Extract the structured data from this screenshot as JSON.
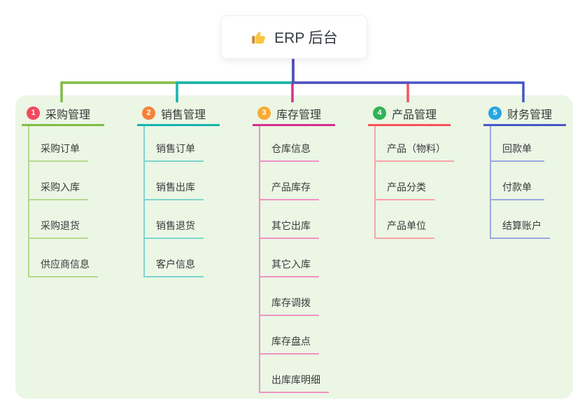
{
  "root": {
    "label": "ERP 后台",
    "icon": "thumbs-up",
    "stem_color": "#4757c6"
  },
  "panel": {
    "bg": "#ebf6e5"
  },
  "branches": [
    {
      "num": "1",
      "label": "采购管理",
      "badge_color": "#f5485e",
      "line_color": "#7fbc45",
      "child_line_color": "#b5da8c",
      "children": [
        "采购订单",
        "采购入库",
        "采购退货",
        "供应商信息"
      ]
    },
    {
      "num": "2",
      "label": "销售管理",
      "badge_color": "#f5823a",
      "line_color": "#16b4ac",
      "child_line_color": "#7fd3cd",
      "children": [
        "销售订单",
        "销售出库",
        "销售退货",
        "客户信息"
      ]
    },
    {
      "num": "3",
      "label": "库存管理",
      "badge_color": "#f8ab34",
      "line_color": "#d62f90",
      "child_line_color": "#ef93c3",
      "children": [
        "仓库信息",
        "产品库存",
        "其它出库",
        "其它入库",
        "库存调拨",
        "库存盘点",
        "出库库明细"
      ]
    },
    {
      "num": "4",
      "label": "产品管理",
      "badge_color": "#2fb356",
      "line_color": "#f8515b",
      "child_line_color": "#fba3a8",
      "children": [
        "产品（物料）",
        "产品分类",
        "产品单位"
      ]
    },
    {
      "num": "5",
      "label": "财务管理",
      "badge_color": "#29a5df",
      "line_color": "#4757c6",
      "child_line_color": "#9aa8e0",
      "children": [
        "回款单",
        "付款单",
        "结算账户"
      ]
    }
  ]
}
